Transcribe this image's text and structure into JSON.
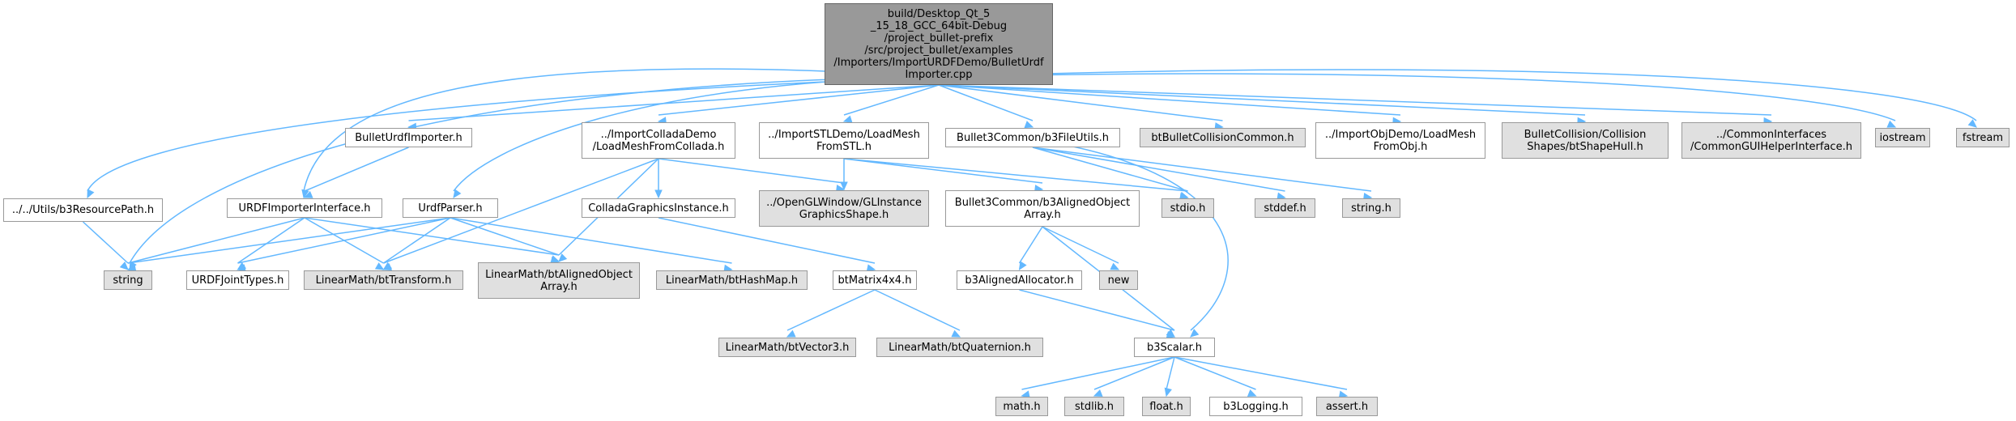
{
  "nodes": {
    "root": [
      "build/Desktop_Qt_5",
      "_15_18_GCC_64bit-Debug",
      "/project_bullet-prefix",
      "/src/project_bullet/examples",
      "/Importers/ImportURDFDemo/BulletUrdf",
      "Importer.cpp"
    ],
    "resource_path": [
      "../../Utils/b3ResourcePath.h"
    ],
    "string": [
      "string"
    ],
    "bullet_urdf_importer": [
      "BulletUrdfImporter.h"
    ],
    "urdf_importer_interface": [
      "URDFImporterInterface.h"
    ],
    "urdf_joint_types": [
      "URDFJointTypes.h"
    ],
    "bt_transform": [
      "LinearMath/btTransform.h"
    ],
    "urdf_parser": [
      "UrdfParser.h"
    ],
    "bt_aligned_object_array": [
      "LinearMath/btAlignedObject",
      "Array.h"
    ],
    "bt_hash_map": [
      "LinearMath/btHashMap.h"
    ],
    "load_mesh_collada": [
      "../ImportColladaDemo",
      "/LoadMeshFromCollada.h"
    ],
    "collada_graphics_instance": [
      "ColladaGraphicsInstance.h"
    ],
    "gl_instance_graphics_shape": [
      "../OpenGLWindow/GLInstance",
      "GraphicsShape.h"
    ],
    "bt_matrix4x4": [
      "btMatrix4x4.h"
    ],
    "bt_vector3": [
      "LinearMath/btVector3.h"
    ],
    "bt_quaternion": [
      "LinearMath/btQuaternion.h"
    ],
    "load_mesh_stl": [
      "../ImportSTLDemo/LoadMesh",
      "FromSTL.h"
    ],
    "b3_aligned_object_array": [
      "Bullet3Common/b3AlignedObject",
      "Array.h"
    ],
    "b3_aligned_allocator": [
      "b3AlignedAllocator.h"
    ],
    "new": [
      "new"
    ],
    "b3_file_utils": [
      "Bullet3Common/b3FileUtils.h"
    ],
    "stdio": [
      "stdio.h"
    ],
    "stddef": [
      "stddef.h"
    ],
    "string_h": [
      "string.h"
    ],
    "b3_scalar": [
      "b3Scalar.h"
    ],
    "math": [
      "math.h"
    ],
    "stdlib": [
      "stdlib.h"
    ],
    "float": [
      "float.h"
    ],
    "b3_logging": [
      "b3Logging.h"
    ],
    "assert": [
      "assert.h"
    ],
    "bt_bullet_collision_common": [
      "btBulletCollisionCommon.h"
    ],
    "load_mesh_obj": [
      "../ImportObjDemo/LoadMesh",
      "FromObj.h"
    ],
    "bt_shape_hull": [
      "BulletCollision/Collision",
      "Shapes/btShapeHull.h"
    ],
    "common_gui_helper": [
      "../CommonInterfaces",
      "/CommonGUIHelperInterface.h"
    ],
    "iostream": [
      "iostream"
    ],
    "fstream": [
      "fstream"
    ]
  },
  "colors": {
    "edge": "#63b8ff",
    "node_border": "#999999",
    "node_fill": "#ffffff",
    "system_header_fill": "#e0e0e0",
    "root_fill": "#999999"
  }
}
